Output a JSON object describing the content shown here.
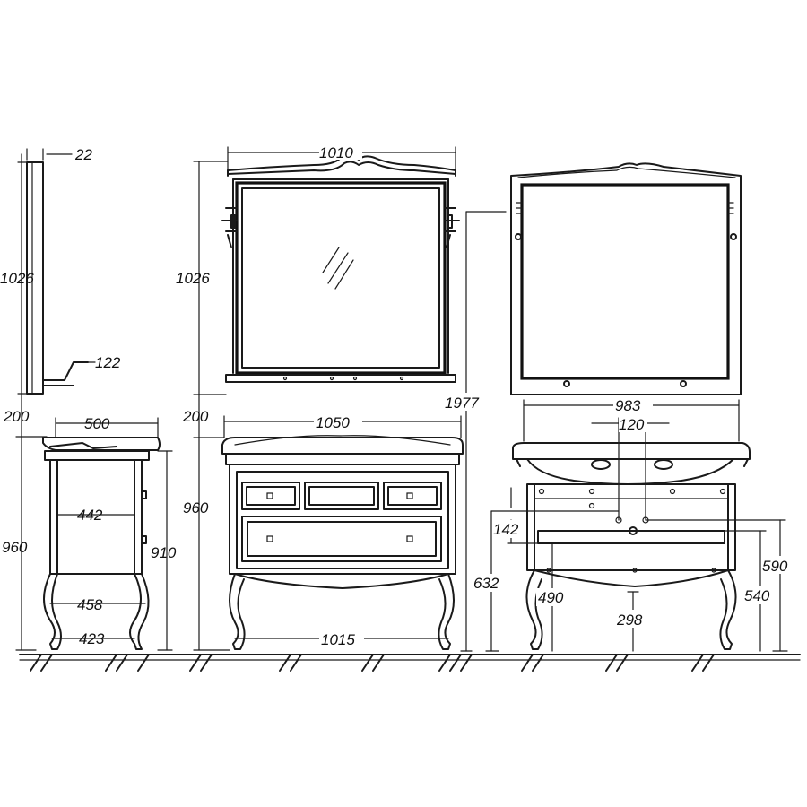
{
  "dimensions": {
    "side_mirror_thickness": "22",
    "side_mirror_height": "1026",
    "side_mirror_shelf_depth": "122",
    "side_gap": "200",
    "side_top_depth": "500",
    "side_inner_width": "442",
    "side_height": "960",
    "side_body_height": "910",
    "side_leg_span": "458",
    "side_leg_base": "423",
    "front_mirror_width": "1010",
    "front_mirror_height": "1026",
    "front_gap": "200",
    "front_top_width": "1050",
    "front_height": "960",
    "front_base_width": "1015",
    "total_height": "1977",
    "rear_width": "983",
    "rear_hole_spacing": "120",
    "rear_142": "142",
    "rear_632": "632",
    "rear_490": "490",
    "rear_298": "298",
    "rear_590": "590",
    "rear_540": "540"
  }
}
